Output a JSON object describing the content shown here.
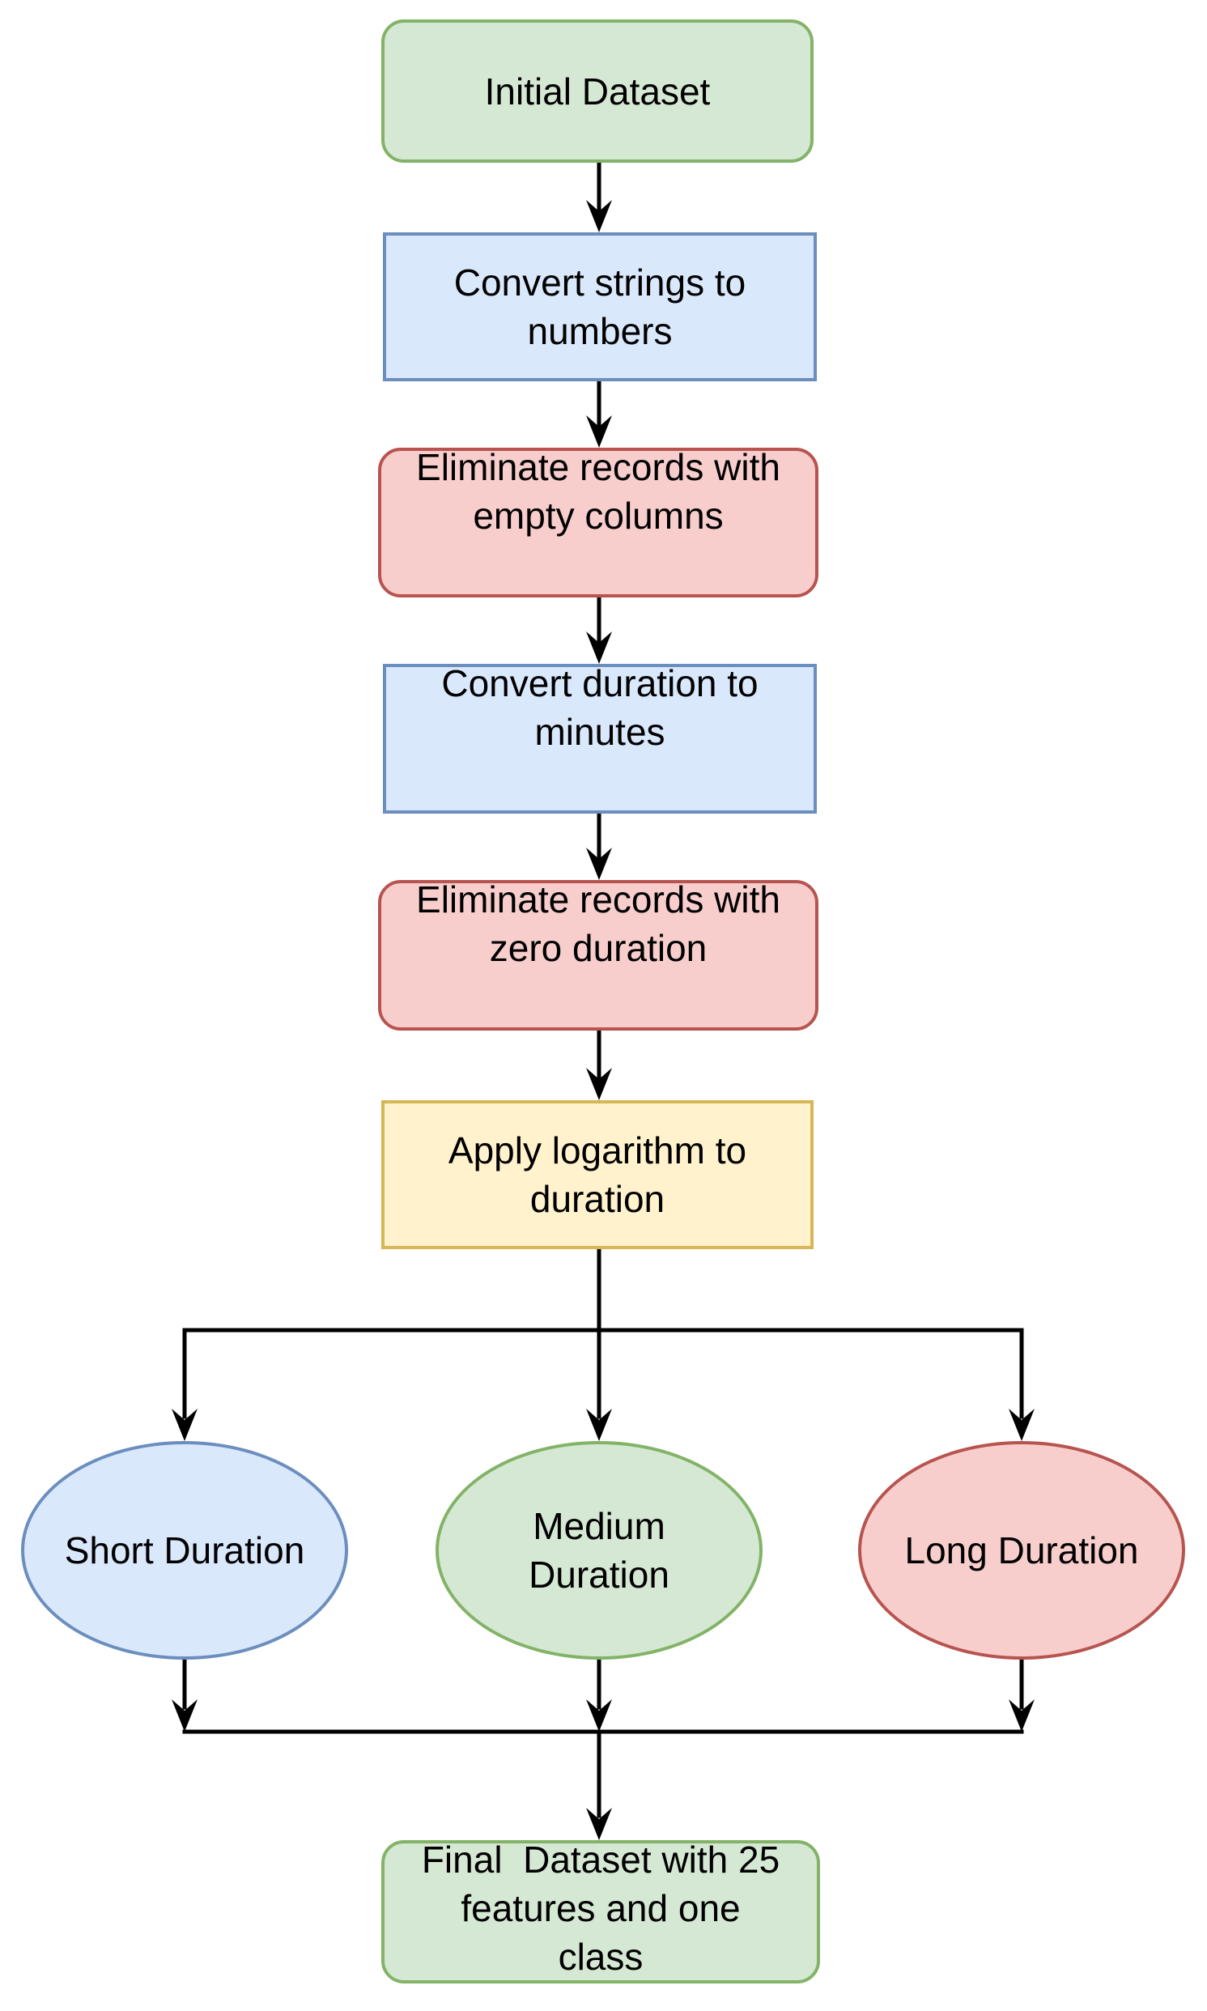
{
  "diagram": {
    "type": "flowchart",
    "background": "#ffffff",
    "line_color": "#000000",
    "text_color": "#000000",
    "palette": {
      "green_fill": "#d5e8d4",
      "green_stroke": "#82b366",
      "blue_fill": "#dae8fc",
      "blue_stroke": "#6c8ebf",
      "red_fill": "#f8cecc",
      "red_stroke": "#b85450",
      "yellow_fill": "#fff2cc",
      "yellow_stroke": "#d6b656"
    },
    "nodes": [
      {
        "id": "initial-dataset",
        "label": "Initial Dataset",
        "shape": "rounded-rectangle",
        "fill": "#d5e8d4",
        "stroke": "#82b366"
      },
      {
        "id": "convert-strings",
        "label": "Convert strings to\nnumbers",
        "shape": "rectangle",
        "fill": "#dae8fc",
        "stroke": "#6c8ebf"
      },
      {
        "id": "eliminate-empty",
        "label": "Eliminate records with\nempty columns",
        "shape": "rounded-rectangle",
        "fill": "#f8cecc",
        "stroke": "#b85450"
      },
      {
        "id": "convert-duration",
        "label": "Convert duration to\nminutes",
        "shape": "rectangle",
        "fill": "#dae8fc",
        "stroke": "#6c8ebf"
      },
      {
        "id": "eliminate-zero",
        "label": "Eliminate records with\nzero duration",
        "shape": "rounded-rectangle",
        "fill": "#f8cecc",
        "stroke": "#b85450"
      },
      {
        "id": "apply-logarithm",
        "label": "Apply logarithm to\nduration",
        "shape": "rectangle",
        "fill": "#fff2cc",
        "stroke": "#d6b656"
      },
      {
        "id": "short-duration",
        "label": "Short Duration",
        "shape": "ellipse",
        "fill": "#dae8fc",
        "stroke": "#6c8ebf"
      },
      {
        "id": "medium-duration",
        "label": "Medium\nDuration",
        "shape": "ellipse",
        "fill": "#d5e8d4",
        "stroke": "#82b366"
      },
      {
        "id": "long-duration",
        "label": "Long Duration",
        "shape": "ellipse",
        "fill": "#f8cecc",
        "stroke": "#b85450"
      },
      {
        "id": "final-dataset",
        "label": "Final  Dataset with 25\nfeatures and one\nclass",
        "shape": "rounded-rectangle",
        "fill": "#d5e8d4",
        "stroke": "#82b366"
      }
    ],
    "edges": [
      {
        "from": "initial-dataset",
        "to": "convert-strings"
      },
      {
        "from": "convert-strings",
        "to": "eliminate-empty"
      },
      {
        "from": "eliminate-empty",
        "to": "convert-duration"
      },
      {
        "from": "convert-duration",
        "to": "eliminate-zero"
      },
      {
        "from": "eliminate-zero",
        "to": "apply-logarithm"
      },
      {
        "from": "apply-logarithm",
        "to": "short-duration"
      },
      {
        "from": "apply-logarithm",
        "to": "medium-duration"
      },
      {
        "from": "apply-logarithm",
        "to": "long-duration"
      },
      {
        "from": "short-duration",
        "to": "final-dataset"
      },
      {
        "from": "medium-duration",
        "to": "final-dataset"
      },
      {
        "from": "long-duration",
        "to": "final-dataset"
      }
    ]
  }
}
